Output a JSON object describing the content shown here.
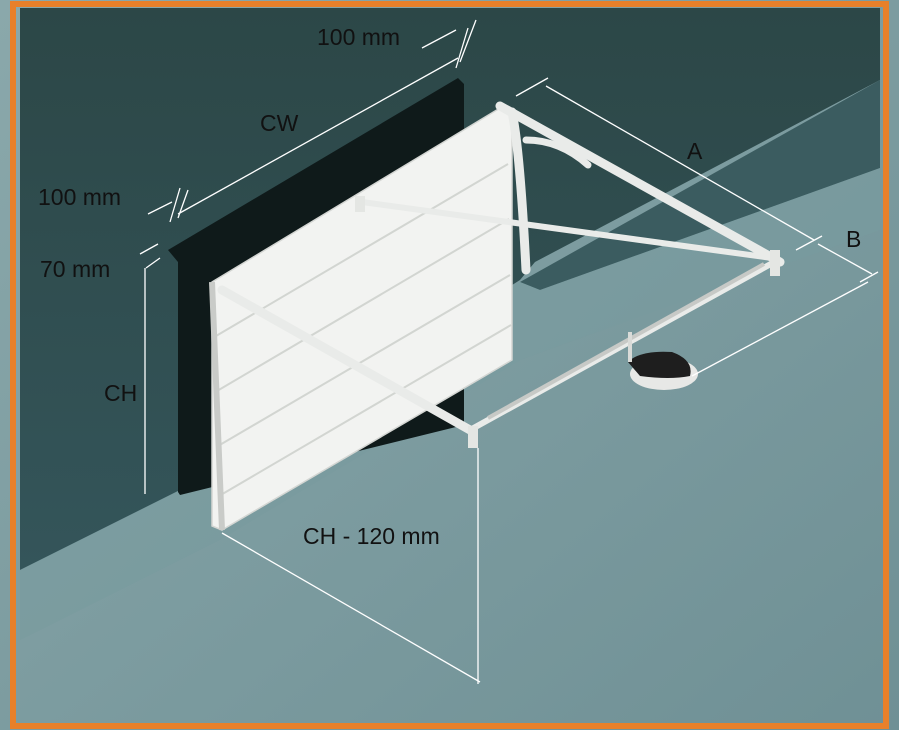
{
  "colors": {
    "border": "#e8802a",
    "wall_dark": "#2e4c4c",
    "wall_side": "#3a5a5a",
    "floor": "#7e9da1",
    "floor_light": "#96b2b5",
    "door_panel": "#f2f3f1",
    "track": "#e9ebe9",
    "dim_line": "#ffffff",
    "opener_body": "#2a2a2a"
  },
  "dimensions": {
    "top_offset": "100 mm",
    "cw": "CW",
    "side_offset": "100 mm",
    "headroom": "70 mm",
    "ch": "CH",
    "a": "A",
    "b": "B",
    "mount_height": "CH - 120 mm"
  }
}
